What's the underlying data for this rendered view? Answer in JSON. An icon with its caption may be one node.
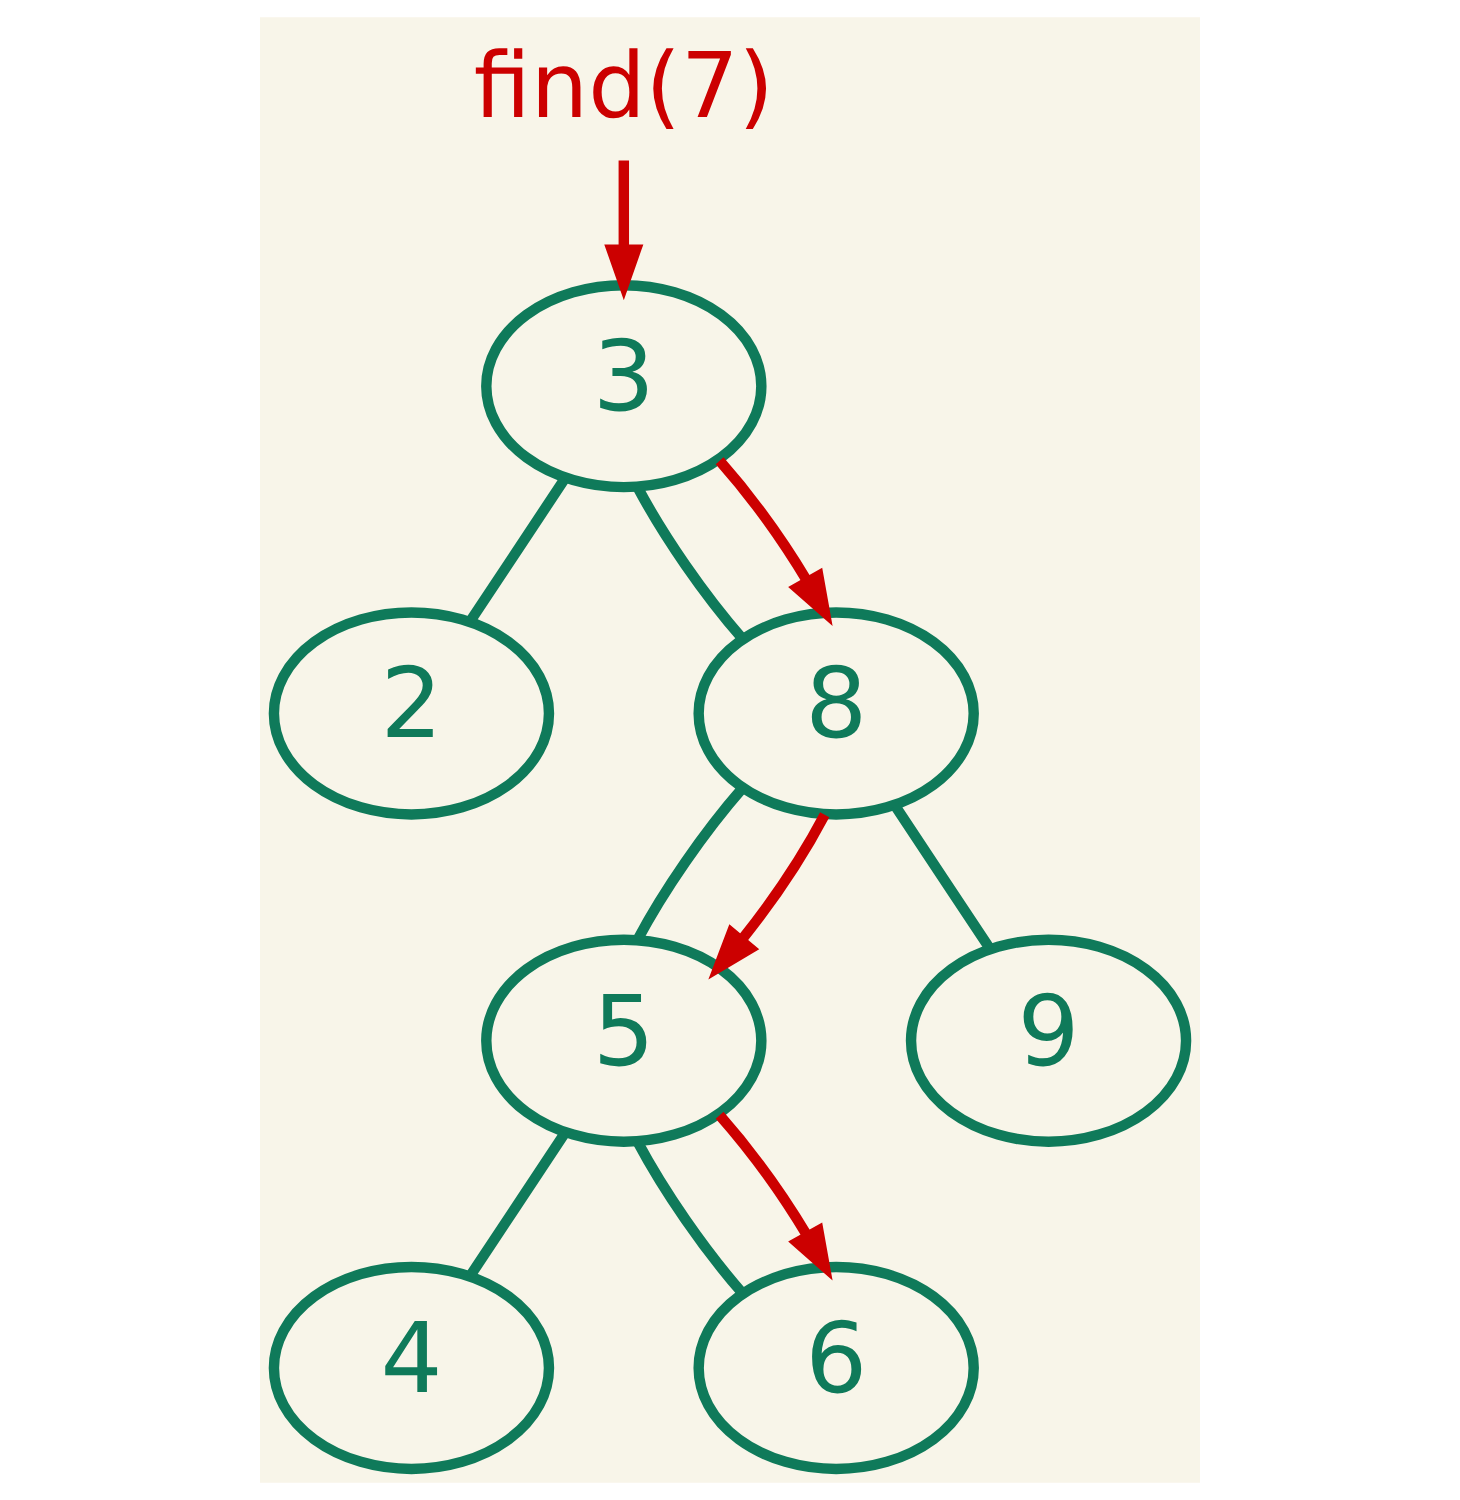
{
  "diagram": {
    "nodes": [
      {
        "text": [
          "find(7)"
        ]
      },
      {
        "text": [
          "3"
        ]
      },
      {
        "text": [
          "2"
        ]
      },
      {
        "text": [
          "8"
        ]
      },
      {
        "text": [
          "5"
        ]
      },
      {
        "text": [
          "9"
        ]
      },
      {
        "text": [
          "4"
        ]
      },
      {
        "text": [
          "6"
        ]
      }
    ],
    "edges": [
      {
        "from": 1,
        "to": 2,
        "arrow": "none"
      },
      {
        "from": 1,
        "to": 3,
        "arrow": "none"
      },
      {
        "from": 3,
        "to": 4,
        "arrow": "none"
      },
      {
        "from": 3,
        "to": 5,
        "arrow": "none"
      },
      {
        "from": 4,
        "to": 6,
        "arrow": "none"
      },
      {
        "from": 4,
        "to": 7,
        "arrow": "none"
      },
      {
        "from": 0,
        "to": 1,
        "arrow": "to",
        "color": "#cc0000"
      },
      {
        "from": 1,
        "to": 3,
        "arrow": "to",
        "color": "#cc0000"
      },
      {
        "from": 3,
        "to": 4,
        "arrow": "to",
        "color": "#cc0000"
      },
      {
        "from": 4,
        "to": 7,
        "arrow": "to",
        "color": "#cc0000"
      }
    ]
  }
}
